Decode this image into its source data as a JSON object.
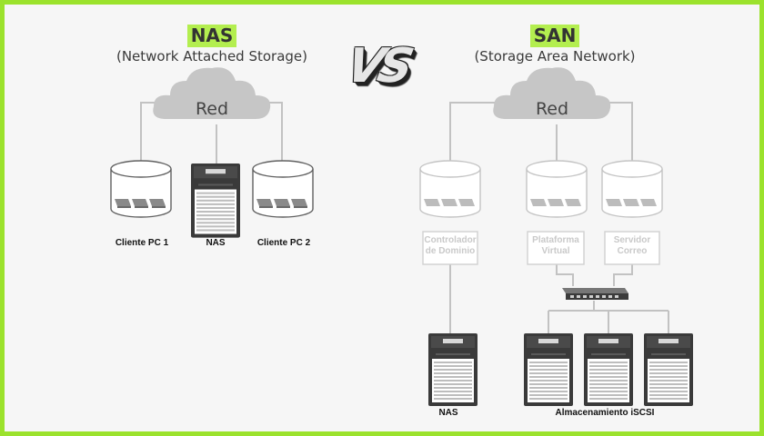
{
  "nas_header": {
    "title": "NAS",
    "subtitle": "(Network Attached Storage)"
  },
  "san_header": {
    "title": "SAN",
    "subtitle": "(Storage Area Network)"
  },
  "vs_text": "VS",
  "left": {
    "cloud": "Red",
    "labels": {
      "client1": "Cliente PC 1",
      "nas": "NAS",
      "client2": "Cliente PC 2"
    }
  },
  "right": {
    "cloud": "Red",
    "servers": {
      "domain_line1": "Controlador",
      "domain_line2": "de Dominio",
      "virtual_line1": "Plataforma",
      "virtual_line2": "Virtual",
      "mail_line1": "Servidor",
      "mail_line2": "Correo"
    },
    "labels": {
      "nas": "NAS",
      "iscsi": "Almacenamiento iSCSI"
    }
  },
  "colors": {
    "frame": "#9be22c",
    "highlight": "#b3ee4f",
    "cloud": "#c6c6c6",
    "lines": "#c2c2c2",
    "device_dark": "#3a3a3a",
    "faded_label": "#c9c9c9"
  }
}
